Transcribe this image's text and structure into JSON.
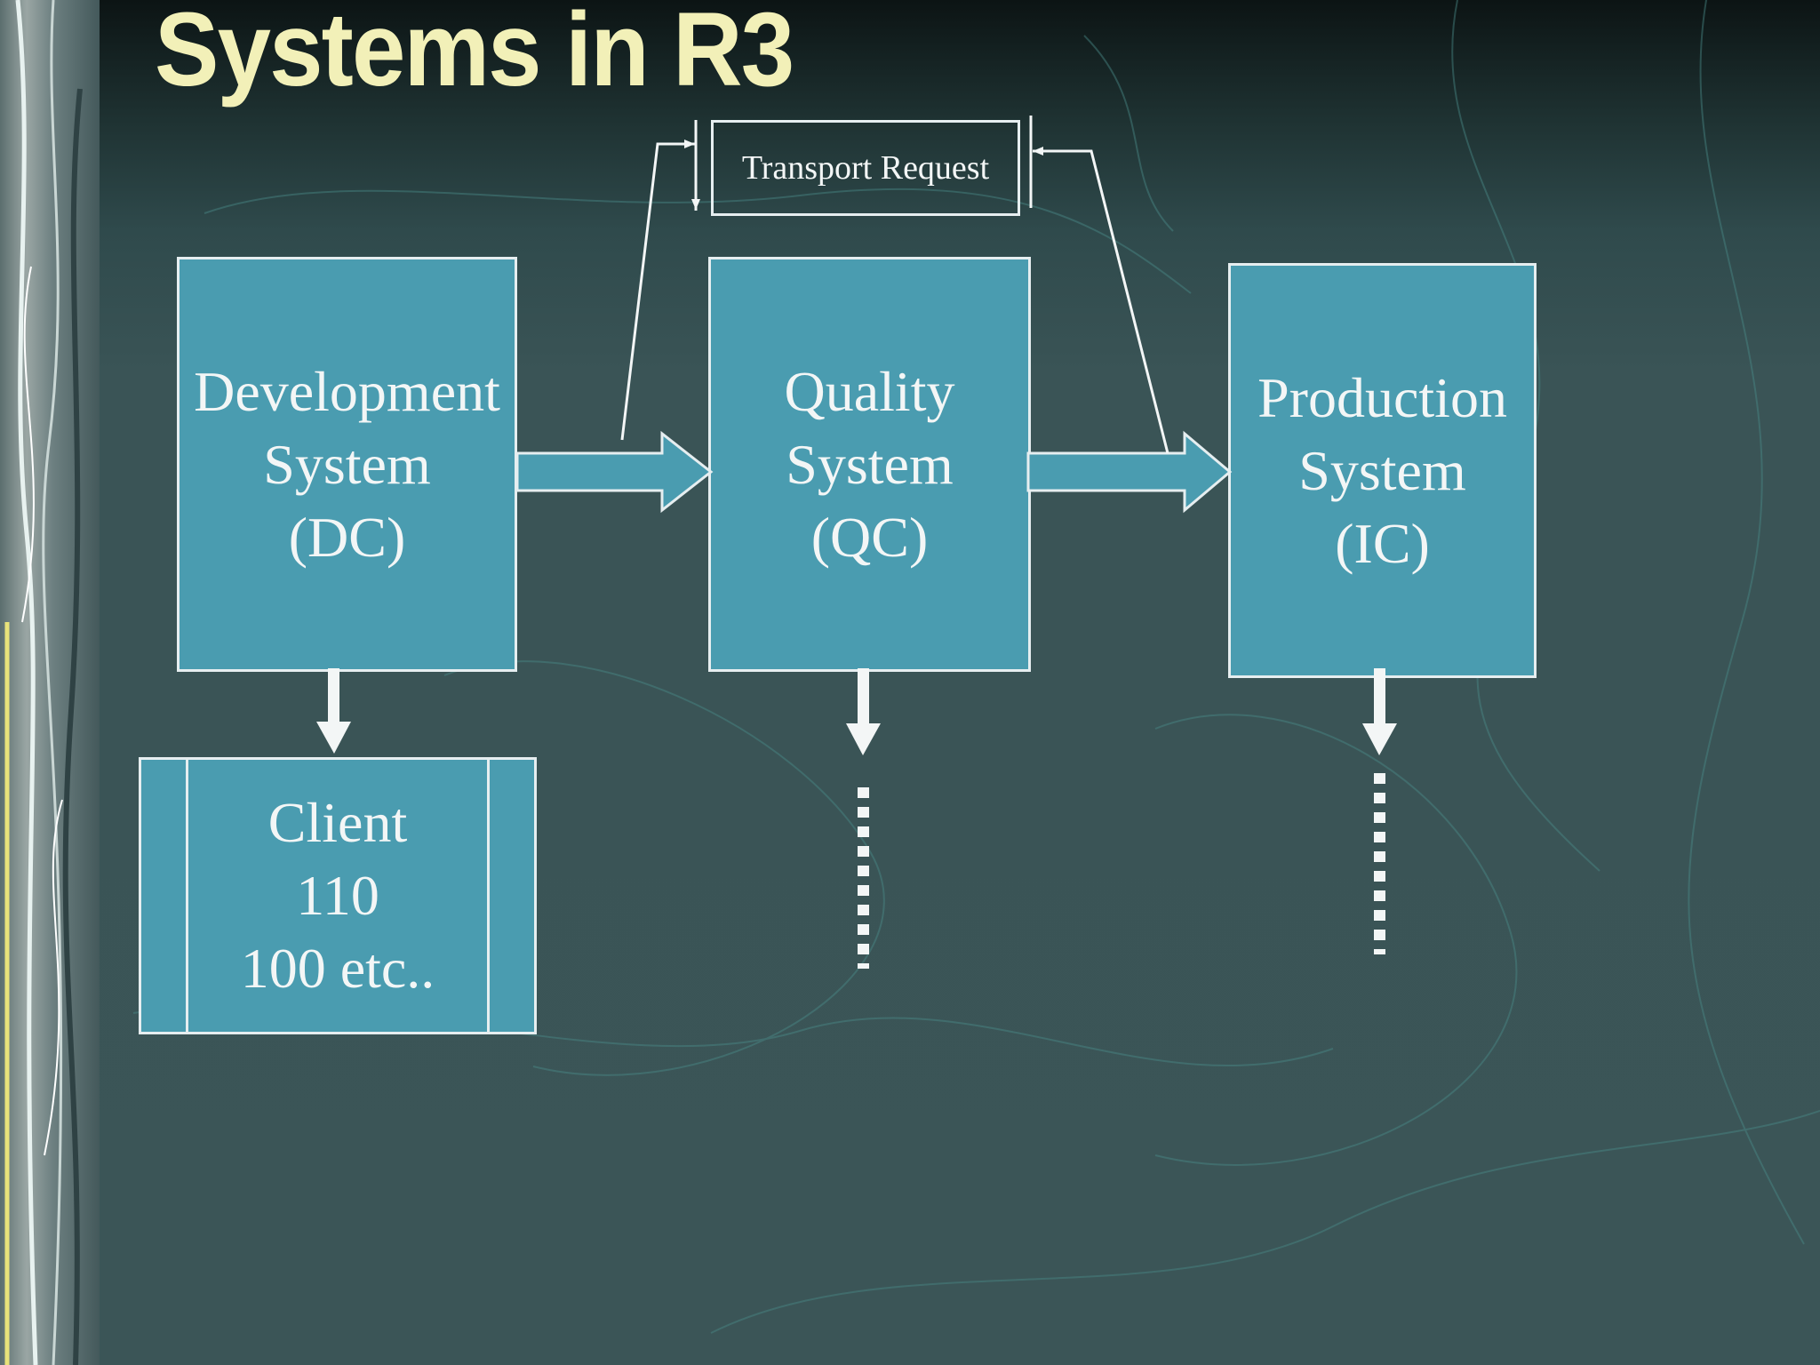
{
  "title": "Systems in R3",
  "transport_label": "Transport Request",
  "systems": [
    {
      "lines": [
        "Development",
        "System",
        "(DC)"
      ]
    },
    {
      "lines": [
        "Quality",
        "System",
        "(QC)"
      ]
    },
    {
      "lines": [
        "Production",
        "System",
        "(IC)"
      ]
    }
  ],
  "client": {
    "lines": [
      "Client",
      "110",
      "100 etc.."
    ]
  },
  "colors": {
    "title": "#f2f0b8",
    "box_fill": "#4a9cb0",
    "box_border": "#e6eef0",
    "text": "#f3f6f6",
    "background": "#3b5557"
  }
}
